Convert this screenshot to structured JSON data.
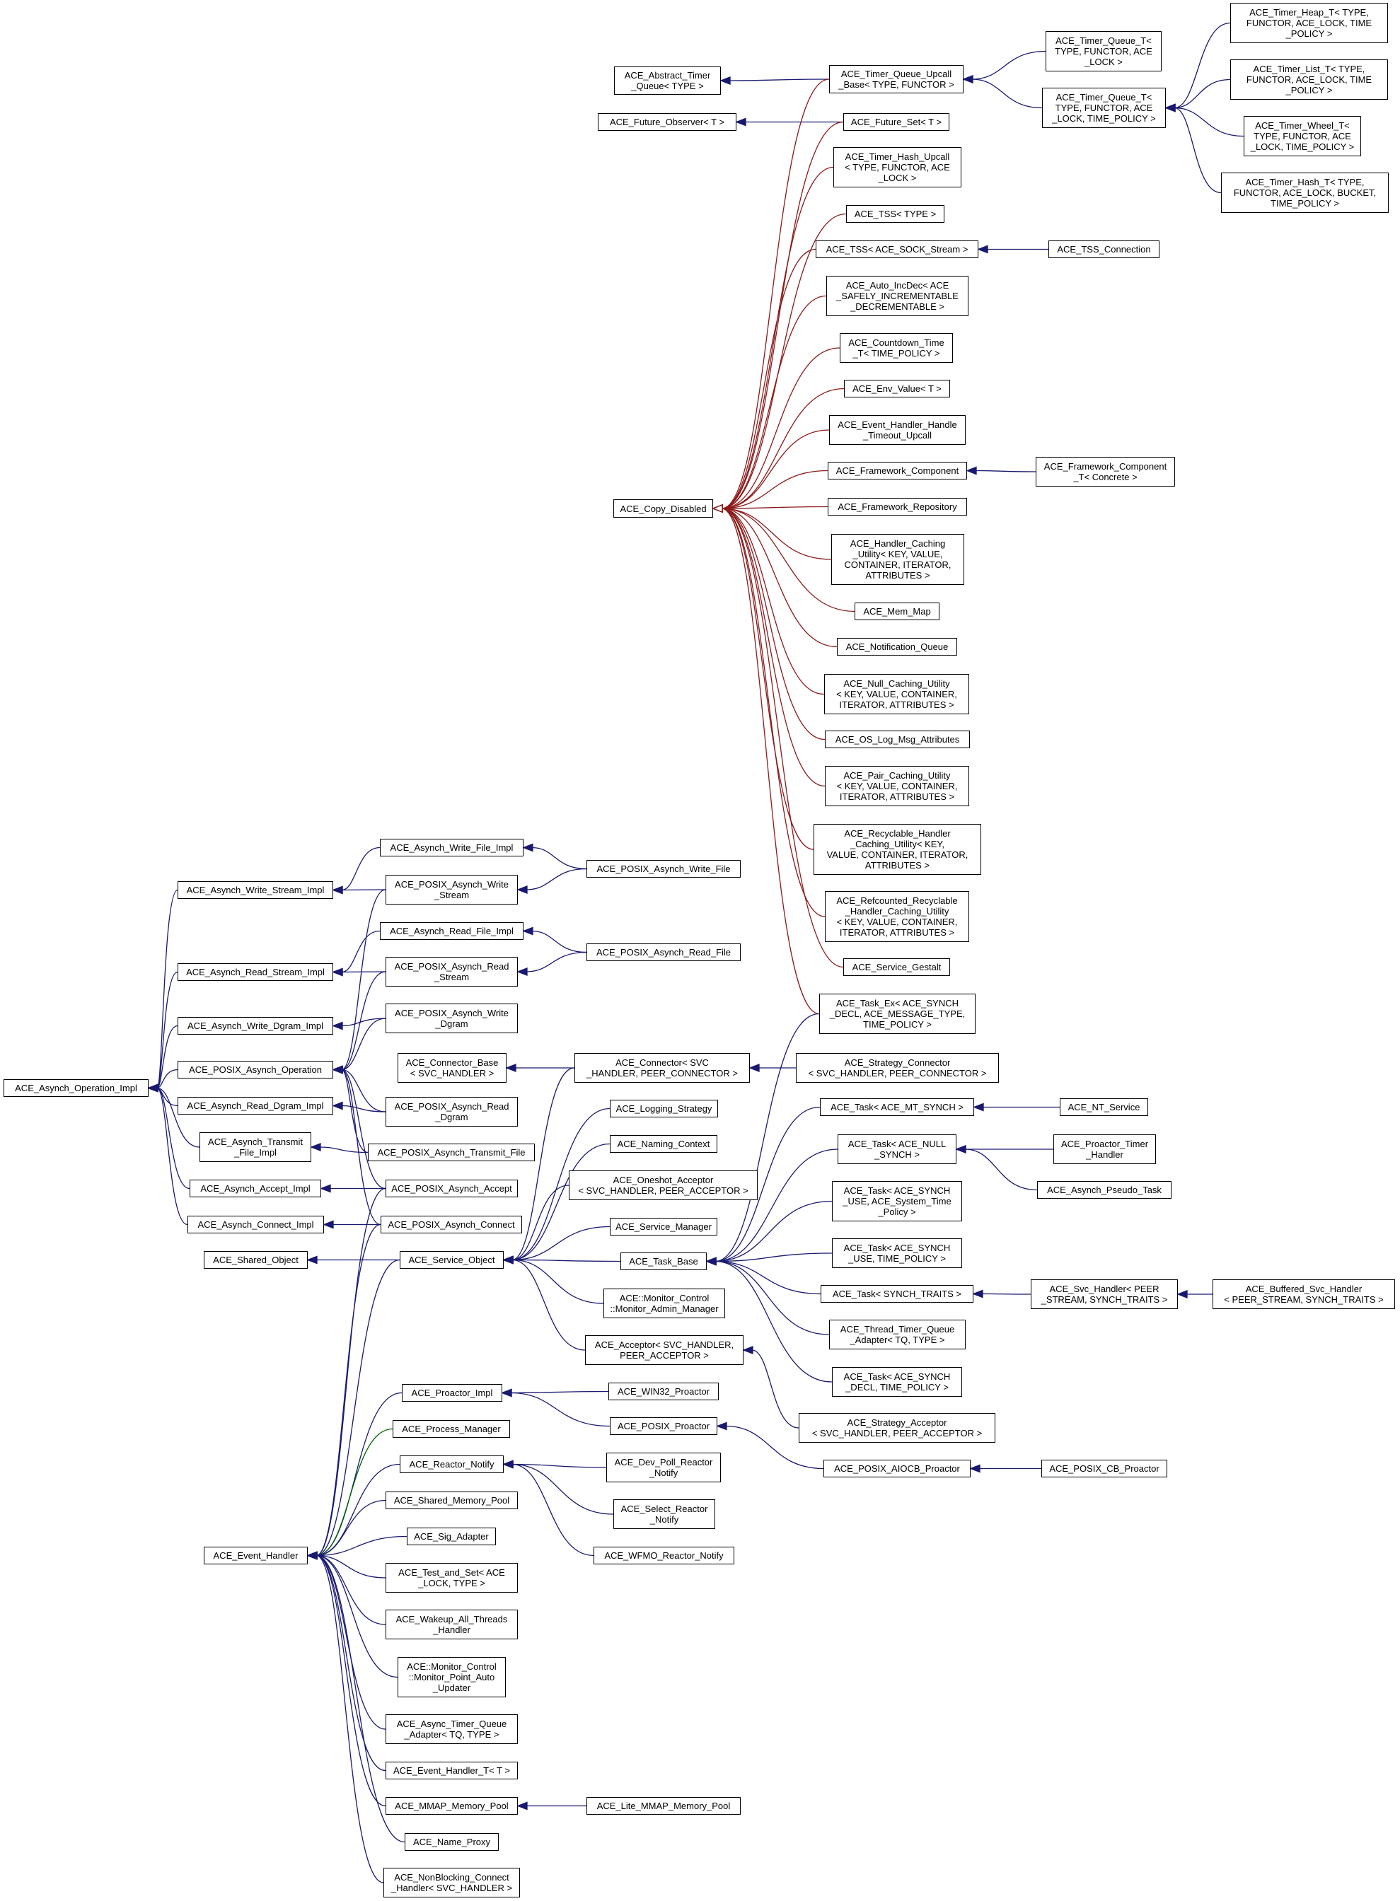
{
  "colors": {
    "inheritance": "#191970",
    "disabled": "#8B1A1A",
    "protected": "#006400"
  },
  "nodes": {
    "abstract_timer_queue": "ACE_Abstract_Timer\n_Queue< TYPE >",
    "future_observer": "ACE_Future_Observer< T >",
    "copy_disabled": "ACE_Copy_Disabled",
    "timer_queue_upcall_base": "ACE_Timer_Queue_Upcall\n_Base< TYPE, FUNCTOR >",
    "future_set": "ACE_Future_Set< T >",
    "timer_hash_upcall": "ACE_Timer_Hash_Upcall\n< TYPE, FUNCTOR, ACE\n_LOCK >",
    "tss_type": "ACE_TSS< TYPE >",
    "tss_sock": "ACE_TSS< ACE_SOCK_Stream >",
    "auto_incdec": "ACE_Auto_IncDec< ACE\n_SAFELY_INCREMENTABLE\n_DECREMENTABLE >",
    "countdown_time": "ACE_Countdown_Time\n_T< TIME_POLICY >",
    "env_value": "ACE_Env_Value< T >",
    "event_handler_handle_timeout_upcall": "ACE_Event_Handler_Handle\n_Timeout_Upcall",
    "framework_component": "ACE_Framework_Component",
    "framework_repository": "ACE_Framework_Repository",
    "handler_caching_utility": "ACE_Handler_Caching\n_Utility< KEY, VALUE,\n CONTAINER, ITERATOR,\n ATTRIBUTES >",
    "mem_map": "ACE_Mem_Map",
    "notification_queue": "ACE_Notification_Queue",
    "null_caching_utility": "ACE_Null_Caching_Utility\n< KEY, VALUE, CONTAINER,\n ITERATOR, ATTRIBUTES >",
    "os_log_msg_attributes": "ACE_OS_Log_Msg_Attributes",
    "pair_caching_utility": "ACE_Pair_Caching_Utility\n< KEY, VALUE, CONTAINER,\n ITERATOR, ATTRIBUTES >",
    "recyclable_handler_caching_utility": "ACE_Recyclable_Handler\n_Caching_Utility< KEY,\n VALUE, CONTAINER, ITERATOR,\n ATTRIBUTES >",
    "refcounted_recyclable_handler_caching_utility": "ACE_Refcounted_Recyclable\n_Handler_Caching_Utility\n< KEY, VALUE, CONTAINER,\n ITERATOR, ATTRIBUTES >",
    "service_gestalt": "ACE_Service_Gestalt",
    "task_ex": "ACE_Task_Ex< ACE_SYNCH\n_DECL, ACE_MESSAGE_TYPE,\n TIME_POLICY >",
    "timer_queue_t_lock": "ACE_Timer_Queue_T<\n TYPE, FUNCTOR, ACE\n_LOCK >",
    "timer_queue_t_policy": "ACE_Timer_Queue_T<\n TYPE, FUNCTOR, ACE\n_LOCK, TIME_POLICY >",
    "tss_connection": "ACE_TSS_Connection",
    "framework_component_t": "ACE_Framework_Component\n_T< Concrete >",
    "timer_heap_t": "ACE_Timer_Heap_T< TYPE,\n FUNCTOR, ACE_LOCK, TIME\n_POLICY >",
    "timer_list_t": "ACE_Timer_List_T< TYPE,\n FUNCTOR, ACE_LOCK, TIME\n_POLICY >",
    "timer_wheel_t": "ACE_Timer_Wheel_T<\n TYPE, FUNCTOR, ACE\n_LOCK, TIME_POLICY >",
    "timer_hash_t": "ACE_Timer_Hash_T< TYPE,\n FUNCTOR, ACE_LOCK, BUCKET,\n TIME_POLICY >",
    "asynch_operation_impl": "ACE_Asynch_Operation_Impl",
    "asynch_write_stream_impl": "ACE_Asynch_Write_Stream_Impl",
    "asynch_read_stream_impl": "ACE_Asynch_Read_Stream_Impl",
    "asynch_write_dgram_impl": "ACE_Asynch_Write_Dgram_Impl",
    "posix_asynch_operation": "ACE_POSIX_Asynch_Operation",
    "asynch_read_dgram_impl": "ACE_Asynch_Read_Dgram_Impl",
    "asynch_transmit_file_impl": "ACE_Asynch_Transmit\n_File_Impl",
    "asynch_accept_impl": "ACE_Asynch_Accept_Impl",
    "asynch_connect_impl": "ACE_Asynch_Connect_Impl",
    "asynch_write_file_impl": "ACE_Asynch_Write_File_Impl",
    "posix_asynch_write_stream": "ACE_POSIX_Asynch_Write\n_Stream",
    "asynch_read_file_impl": "ACE_Asynch_Read_File_Impl",
    "posix_asynch_read_stream": "ACE_POSIX_Asynch_Read\n_Stream",
    "posix_asynch_write_dgram": "ACE_POSIX_Asynch_Write\n_Dgram",
    "posix_asynch_read_dgram": "ACE_POSIX_Asynch_Read\n_Dgram",
    "posix_asynch_transmit_file": "ACE_POSIX_Asynch_Transmit_File",
    "posix_asynch_accept": "ACE_POSIX_Asynch_Accept",
    "posix_asynch_connect": "ACE_POSIX_Asynch_Connect",
    "posix_asynch_write_file": "ACE_POSIX_Asynch_Write_File",
    "posix_asynch_read_file": "ACE_POSIX_Asynch_Read_File",
    "connector_base": "ACE_Connector_Base\n< SVC_HANDLER >",
    "shared_object": "ACE_Shared_Object",
    "service_object": "ACE_Service_Object",
    "event_handler": "ACE_Event_Handler",
    "proactor_impl": "ACE_Proactor_Impl",
    "process_manager": "ACE_Process_Manager",
    "reactor_notify": "ACE_Reactor_Notify",
    "shared_memory_pool": "ACE_Shared_Memory_Pool",
    "sig_adapter": "ACE_Sig_Adapter",
    "test_and_set": "ACE_Test_and_Set< ACE\n_LOCK, TYPE >",
    "wakeup_all_threads_handler": "ACE_Wakeup_All_Threads\n_Handler",
    "monitor_point_auto_updater": "ACE::Monitor_Control\n::Monitor_Point_Auto\n_Updater",
    "async_timer_queue_adapter": "ACE_Async_Timer_Queue\n_Adapter< TQ, TYPE >",
    "event_handler_t": "ACE_Event_Handler_T< T >",
    "mmap_memory_pool": "ACE_MMAP_Memory_Pool",
    "name_proxy": "ACE_Name_Proxy",
    "nonblocking_connect_handler": "ACE_NonBlocking_Connect\n_Handler< SVC_HANDLER >",
    "connector": "ACE_Connector< SVC\n_HANDLER, PEER_CONNECTOR >",
    "logging_strategy": "ACE_Logging_Strategy",
    "naming_context": "ACE_Naming_Context",
    "oneshot_acceptor": "ACE_Oneshot_Acceptor\n< SVC_HANDLER, PEER_ACCEPTOR >",
    "service_manager": "ACE_Service_Manager",
    "task_base": "ACE_Task_Base",
    "monitor_admin_manager": "ACE::Monitor_Control\n::Monitor_Admin_Manager",
    "acceptor": "ACE_Acceptor< SVC_HANDLER,\n PEER_ACCEPTOR >",
    "win32_proactor": "ACE_WIN32_Proactor",
    "posix_proactor": "ACE_POSIX_Proactor",
    "dev_poll_reactor_notify": "ACE_Dev_Poll_Reactor\n_Notify",
    "select_reactor_notify": "ACE_Select_Reactor\n_Notify",
    "wfmo_reactor_notify": "ACE_WFMO_Reactor_Notify",
    "lite_mmap_memory_pool": "ACE_Lite_MMAP_Memory_Pool",
    "strategy_connector": "ACE_Strategy_Connector\n< SVC_HANDLER, PEER_CONNECTOR >",
    "task_mt_synch": "ACE_Task< ACE_MT_SYNCH >",
    "task_null_synch": "ACE_Task< ACE_NULL\n_SYNCH >",
    "task_synch_system_time": "ACE_Task< ACE_SYNCH\n_USE, ACE_System_Time\n_Policy >",
    "task_synch_use_time_policy": "ACE_Task< ACE_SYNCH\n_USE, TIME_POLICY >",
    "task_synch_traits": "ACE_Task< SYNCH_TRAITS >",
    "thread_timer_queue_adapter": "ACE_Thread_Timer_Queue\n_Adapter< TQ, TYPE >",
    "task_synch_decl": "ACE_Task< ACE_SYNCH\n_DECL, TIME_POLICY >",
    "strategy_acceptor": "ACE_Strategy_Acceptor\n< SVC_HANDLER, PEER_ACCEPTOR >",
    "posix_aiocb_proactor": "ACE_POSIX_AIOCB_Proactor",
    "posix_cb_proactor": "ACE_POSIX_CB_Proactor",
    "nt_service": "ACE_NT_Service",
    "proactor_timer_handler": "ACE_Proactor_Timer\n_Handler",
    "asynch_pseudo_task": "ACE_Asynch_Pseudo_Task",
    "svc_handler": "ACE_Svc_Handler< PEER\n_STREAM, SYNCH_TRAITS >",
    "buffered_svc_handler": "ACE_Buffered_Svc_Handler\n< PEER_STREAM, SYNCH_TRAITS >"
  },
  "edges": [
    [
      "abstract_timer_queue",
      "timer_queue_upcall_base",
      "inheritance"
    ],
    [
      "future_observer",
      "future_set",
      "inheritance"
    ],
    [
      "timer_queue_upcall_base",
      "timer_queue_t_lock",
      "inheritance"
    ],
    [
      "timer_queue_upcall_base",
      "timer_queue_t_policy",
      "inheritance"
    ],
    [
      "timer_queue_t_policy",
      "timer_heap_t",
      "inheritance"
    ],
    [
      "timer_queue_t_policy",
      "timer_list_t",
      "inheritance"
    ],
    [
      "timer_queue_t_policy",
      "timer_wheel_t",
      "inheritance"
    ],
    [
      "timer_queue_t_policy",
      "timer_hash_t",
      "inheritance"
    ],
    [
      "tss_sock",
      "tss_connection",
      "inheritance"
    ],
    [
      "framework_component",
      "framework_component_t",
      "inheritance"
    ],
    [
      "copy_disabled",
      "timer_queue_upcall_base",
      "disabled"
    ],
    [
      "copy_disabled",
      "future_set",
      "disabled"
    ],
    [
      "copy_disabled",
      "timer_hash_upcall",
      "disabled"
    ],
    [
      "copy_disabled",
      "tss_type",
      "disabled"
    ],
    [
      "copy_disabled",
      "tss_sock",
      "disabled"
    ],
    [
      "copy_disabled",
      "auto_incdec",
      "disabled"
    ],
    [
      "copy_disabled",
      "countdown_time",
      "disabled"
    ],
    [
      "copy_disabled",
      "env_value",
      "disabled"
    ],
    [
      "copy_disabled",
      "event_handler_handle_timeout_upcall",
      "disabled"
    ],
    [
      "copy_disabled",
      "framework_component",
      "disabled"
    ],
    [
      "copy_disabled",
      "framework_repository",
      "disabled"
    ],
    [
      "copy_disabled",
      "handler_caching_utility",
      "disabled"
    ],
    [
      "copy_disabled",
      "mem_map",
      "disabled"
    ],
    [
      "copy_disabled",
      "notification_queue",
      "disabled"
    ],
    [
      "copy_disabled",
      "null_caching_utility",
      "disabled"
    ],
    [
      "copy_disabled",
      "os_log_msg_attributes",
      "disabled"
    ],
    [
      "copy_disabled",
      "pair_caching_utility",
      "disabled"
    ],
    [
      "copy_disabled",
      "recyclable_handler_caching_utility",
      "disabled"
    ],
    [
      "copy_disabled",
      "refcounted_recyclable_handler_caching_utility",
      "disabled"
    ],
    [
      "copy_disabled",
      "service_gestalt",
      "disabled"
    ],
    [
      "copy_disabled",
      "task_ex",
      "disabled"
    ],
    [
      "asynch_operation_impl",
      "asynch_write_stream_impl",
      "inheritance"
    ],
    [
      "asynch_operation_impl",
      "asynch_read_stream_impl",
      "inheritance"
    ],
    [
      "asynch_operation_impl",
      "asynch_write_dgram_impl",
      "inheritance"
    ],
    [
      "asynch_operation_impl",
      "posix_asynch_operation",
      "inheritance"
    ],
    [
      "asynch_operation_impl",
      "asynch_read_dgram_impl",
      "inheritance"
    ],
    [
      "asynch_operation_impl",
      "asynch_transmit_file_impl",
      "inheritance"
    ],
    [
      "asynch_operation_impl",
      "asynch_accept_impl",
      "inheritance"
    ],
    [
      "asynch_operation_impl",
      "asynch_connect_impl",
      "inheritance"
    ],
    [
      "asynch_write_stream_impl",
      "asynch_write_file_impl",
      "inheritance"
    ],
    [
      "asynch_write_stream_impl",
      "posix_asynch_write_stream",
      "inheritance"
    ],
    [
      "asynch_read_stream_impl",
      "asynch_read_file_impl",
      "inheritance"
    ],
    [
      "asynch_read_stream_impl",
      "posix_asynch_read_stream",
      "inheritance"
    ],
    [
      "asynch_write_dgram_impl",
      "posix_asynch_write_dgram",
      "inheritance"
    ],
    [
      "asynch_read_dgram_impl",
      "posix_asynch_read_dgram",
      "inheritance"
    ],
    [
      "asynch_transmit_file_impl",
      "posix_asynch_transmit_file",
      "inheritance"
    ],
    [
      "asynch_accept_impl",
      "posix_asynch_accept",
      "inheritance"
    ],
    [
      "asynch_connect_impl",
      "posix_asynch_connect",
      "inheritance"
    ],
    [
      "posix_asynch_operation",
      "posix_asynch_write_stream",
      "inheritance"
    ],
    [
      "posix_asynch_operation",
      "posix_asynch_read_stream",
      "inheritance"
    ],
    [
      "posix_asynch_operation",
      "posix_asynch_write_dgram",
      "inheritance"
    ],
    [
      "posix_asynch_operation",
      "posix_asynch_read_dgram",
      "inheritance"
    ],
    [
      "posix_asynch_operation",
      "posix_asynch_transmit_file",
      "inheritance"
    ],
    [
      "posix_asynch_operation",
      "posix_asynch_accept",
      "inheritance"
    ],
    [
      "posix_asynch_operation",
      "posix_asynch_connect",
      "inheritance"
    ],
    [
      "posix_asynch_write_stream",
      "posix_asynch_write_file",
      "inheritance"
    ],
    [
      "asynch_write_file_impl",
      "posix_asynch_write_file",
      "inheritance"
    ],
    [
      "posix_asynch_read_stream",
      "posix_asynch_read_file",
      "inheritance"
    ],
    [
      "asynch_read_file_impl",
      "posix_asynch_read_file",
      "inheritance"
    ],
    [
      "connector_base",
      "connector",
      "inheritance"
    ],
    [
      "connector",
      "strategy_connector",
      "inheritance"
    ],
    [
      "shared_object",
      "service_object",
      "inheritance"
    ],
    [
      "event_handler",
      "service_object",
      "inheritance"
    ],
    [
      "event_handler",
      "posix_asynch_accept",
      "inheritance"
    ],
    [
      "event_handler",
      "posix_asynch_connect",
      "inheritance"
    ],
    [
      "event_handler",
      "proactor_impl",
      "inheritance"
    ],
    [
      "event_handler",
      "process_manager",
      "protected"
    ],
    [
      "event_handler",
      "reactor_notify",
      "inheritance"
    ],
    [
      "event_handler",
      "shared_memory_pool",
      "inheritance"
    ],
    [
      "event_handler",
      "sig_adapter",
      "inheritance"
    ],
    [
      "event_handler",
      "test_and_set",
      "inheritance"
    ],
    [
      "event_handler",
      "wakeup_all_threads_handler",
      "inheritance"
    ],
    [
      "event_handler",
      "monitor_point_auto_updater",
      "inheritance"
    ],
    [
      "event_handler",
      "async_timer_queue_adapter",
      "inheritance"
    ],
    [
      "event_handler",
      "event_handler_t",
      "inheritance"
    ],
    [
      "event_handler",
      "mmap_memory_pool",
      "inheritance"
    ],
    [
      "event_handler",
      "name_proxy",
      "inheritance"
    ],
    [
      "event_handler",
      "nonblocking_connect_handler",
      "inheritance"
    ],
    [
      "service_object",
      "connector",
      "inheritance"
    ],
    [
      "service_object",
      "logging_strategy",
      "inheritance"
    ],
    [
      "service_object",
      "naming_context",
      "inheritance"
    ],
    [
      "service_object",
      "oneshot_acceptor",
      "inheritance"
    ],
    [
      "service_object",
      "service_manager",
      "inheritance"
    ],
    [
      "service_object",
      "task_base",
      "inheritance"
    ],
    [
      "service_object",
      "monitor_admin_manager",
      "inheritance"
    ],
    [
      "service_object",
      "acceptor",
      "inheritance"
    ],
    [
      "acceptor",
      "strategy_acceptor",
      "inheritance"
    ],
    [
      "proactor_impl",
      "win32_proactor",
      "inheritance"
    ],
    [
      "proactor_impl",
      "posix_proactor",
      "inheritance"
    ],
    [
      "posix_proactor",
      "posix_aiocb_proactor",
      "inheritance"
    ],
    [
      "posix_aiocb_proactor",
      "posix_cb_proactor",
      "inheritance"
    ],
    [
      "reactor_notify",
      "dev_poll_reactor_notify",
      "inheritance"
    ],
    [
      "reactor_notify",
      "select_reactor_notify",
      "inheritance"
    ],
    [
      "reactor_notify",
      "wfmo_reactor_notify",
      "inheritance"
    ],
    [
      "mmap_memory_pool",
      "lite_mmap_memory_pool",
      "inheritance"
    ],
    [
      "task_base",
      "task_ex",
      "inheritance"
    ],
    [
      "task_base",
      "task_mt_synch",
      "inheritance"
    ],
    [
      "task_base",
      "task_null_synch",
      "inheritance"
    ],
    [
      "task_base",
      "task_synch_system_time",
      "inheritance"
    ],
    [
      "task_base",
      "task_synch_use_time_policy",
      "inheritance"
    ],
    [
      "task_base",
      "task_synch_traits",
      "inheritance"
    ],
    [
      "task_base",
      "thread_timer_queue_adapter",
      "inheritance"
    ],
    [
      "task_base",
      "task_synch_decl",
      "inheritance"
    ],
    [
      "task_mt_synch",
      "nt_service",
      "inheritance"
    ],
    [
      "task_null_synch",
      "proactor_timer_handler",
      "inheritance"
    ],
    [
      "task_null_synch",
      "asynch_pseudo_task",
      "inheritance"
    ],
    [
      "task_synch_traits",
      "svc_handler",
      "inheritance"
    ],
    [
      "svc_handler",
      "buffered_svc_handler",
      "inheritance"
    ]
  ]
}
